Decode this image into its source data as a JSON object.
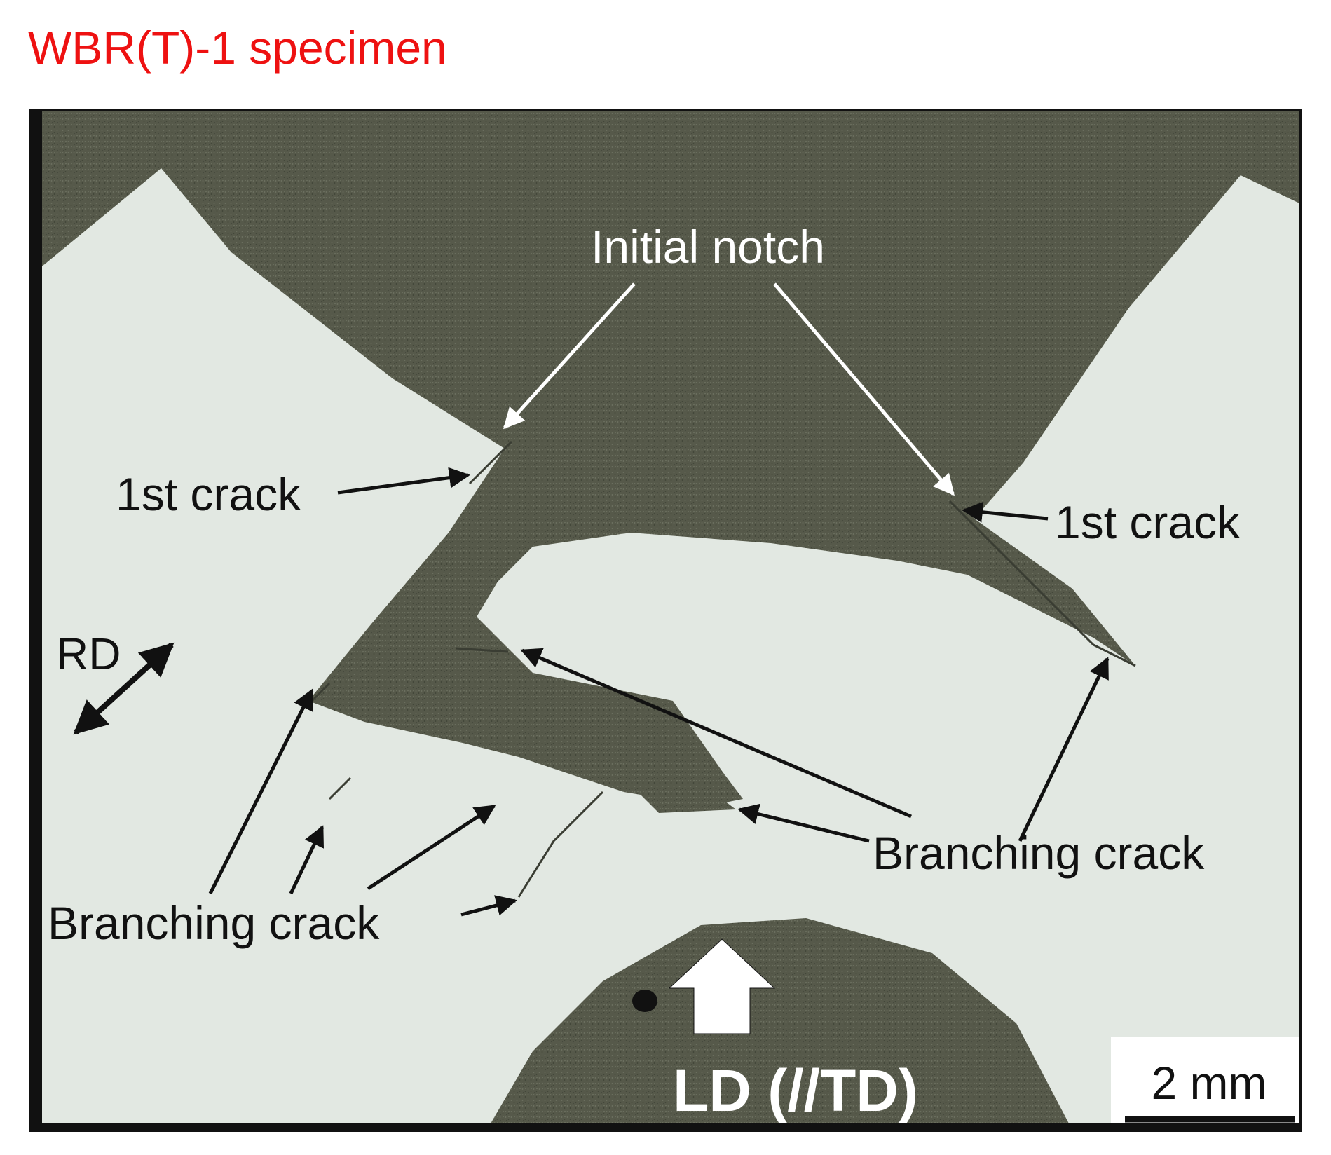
{
  "title": "WBR(T)-1 specimen",
  "labels": {
    "initial_notch": "Initial notch",
    "first_crack_left": "1st crack",
    "first_crack_right": "1st crack",
    "rd": "RD",
    "branching_crack_left": "Branching crack",
    "branching_crack_right": "Branching crack",
    "load_direction": "LD (//TD)",
    "scale_bar": "2 mm"
  },
  "colors": {
    "title": "#ee1111",
    "specimen": "#e2e8e2",
    "background": "#555a4a",
    "frame": "#111111",
    "annotation": "#111111",
    "annotation_on_dark": "#ffffff"
  }
}
